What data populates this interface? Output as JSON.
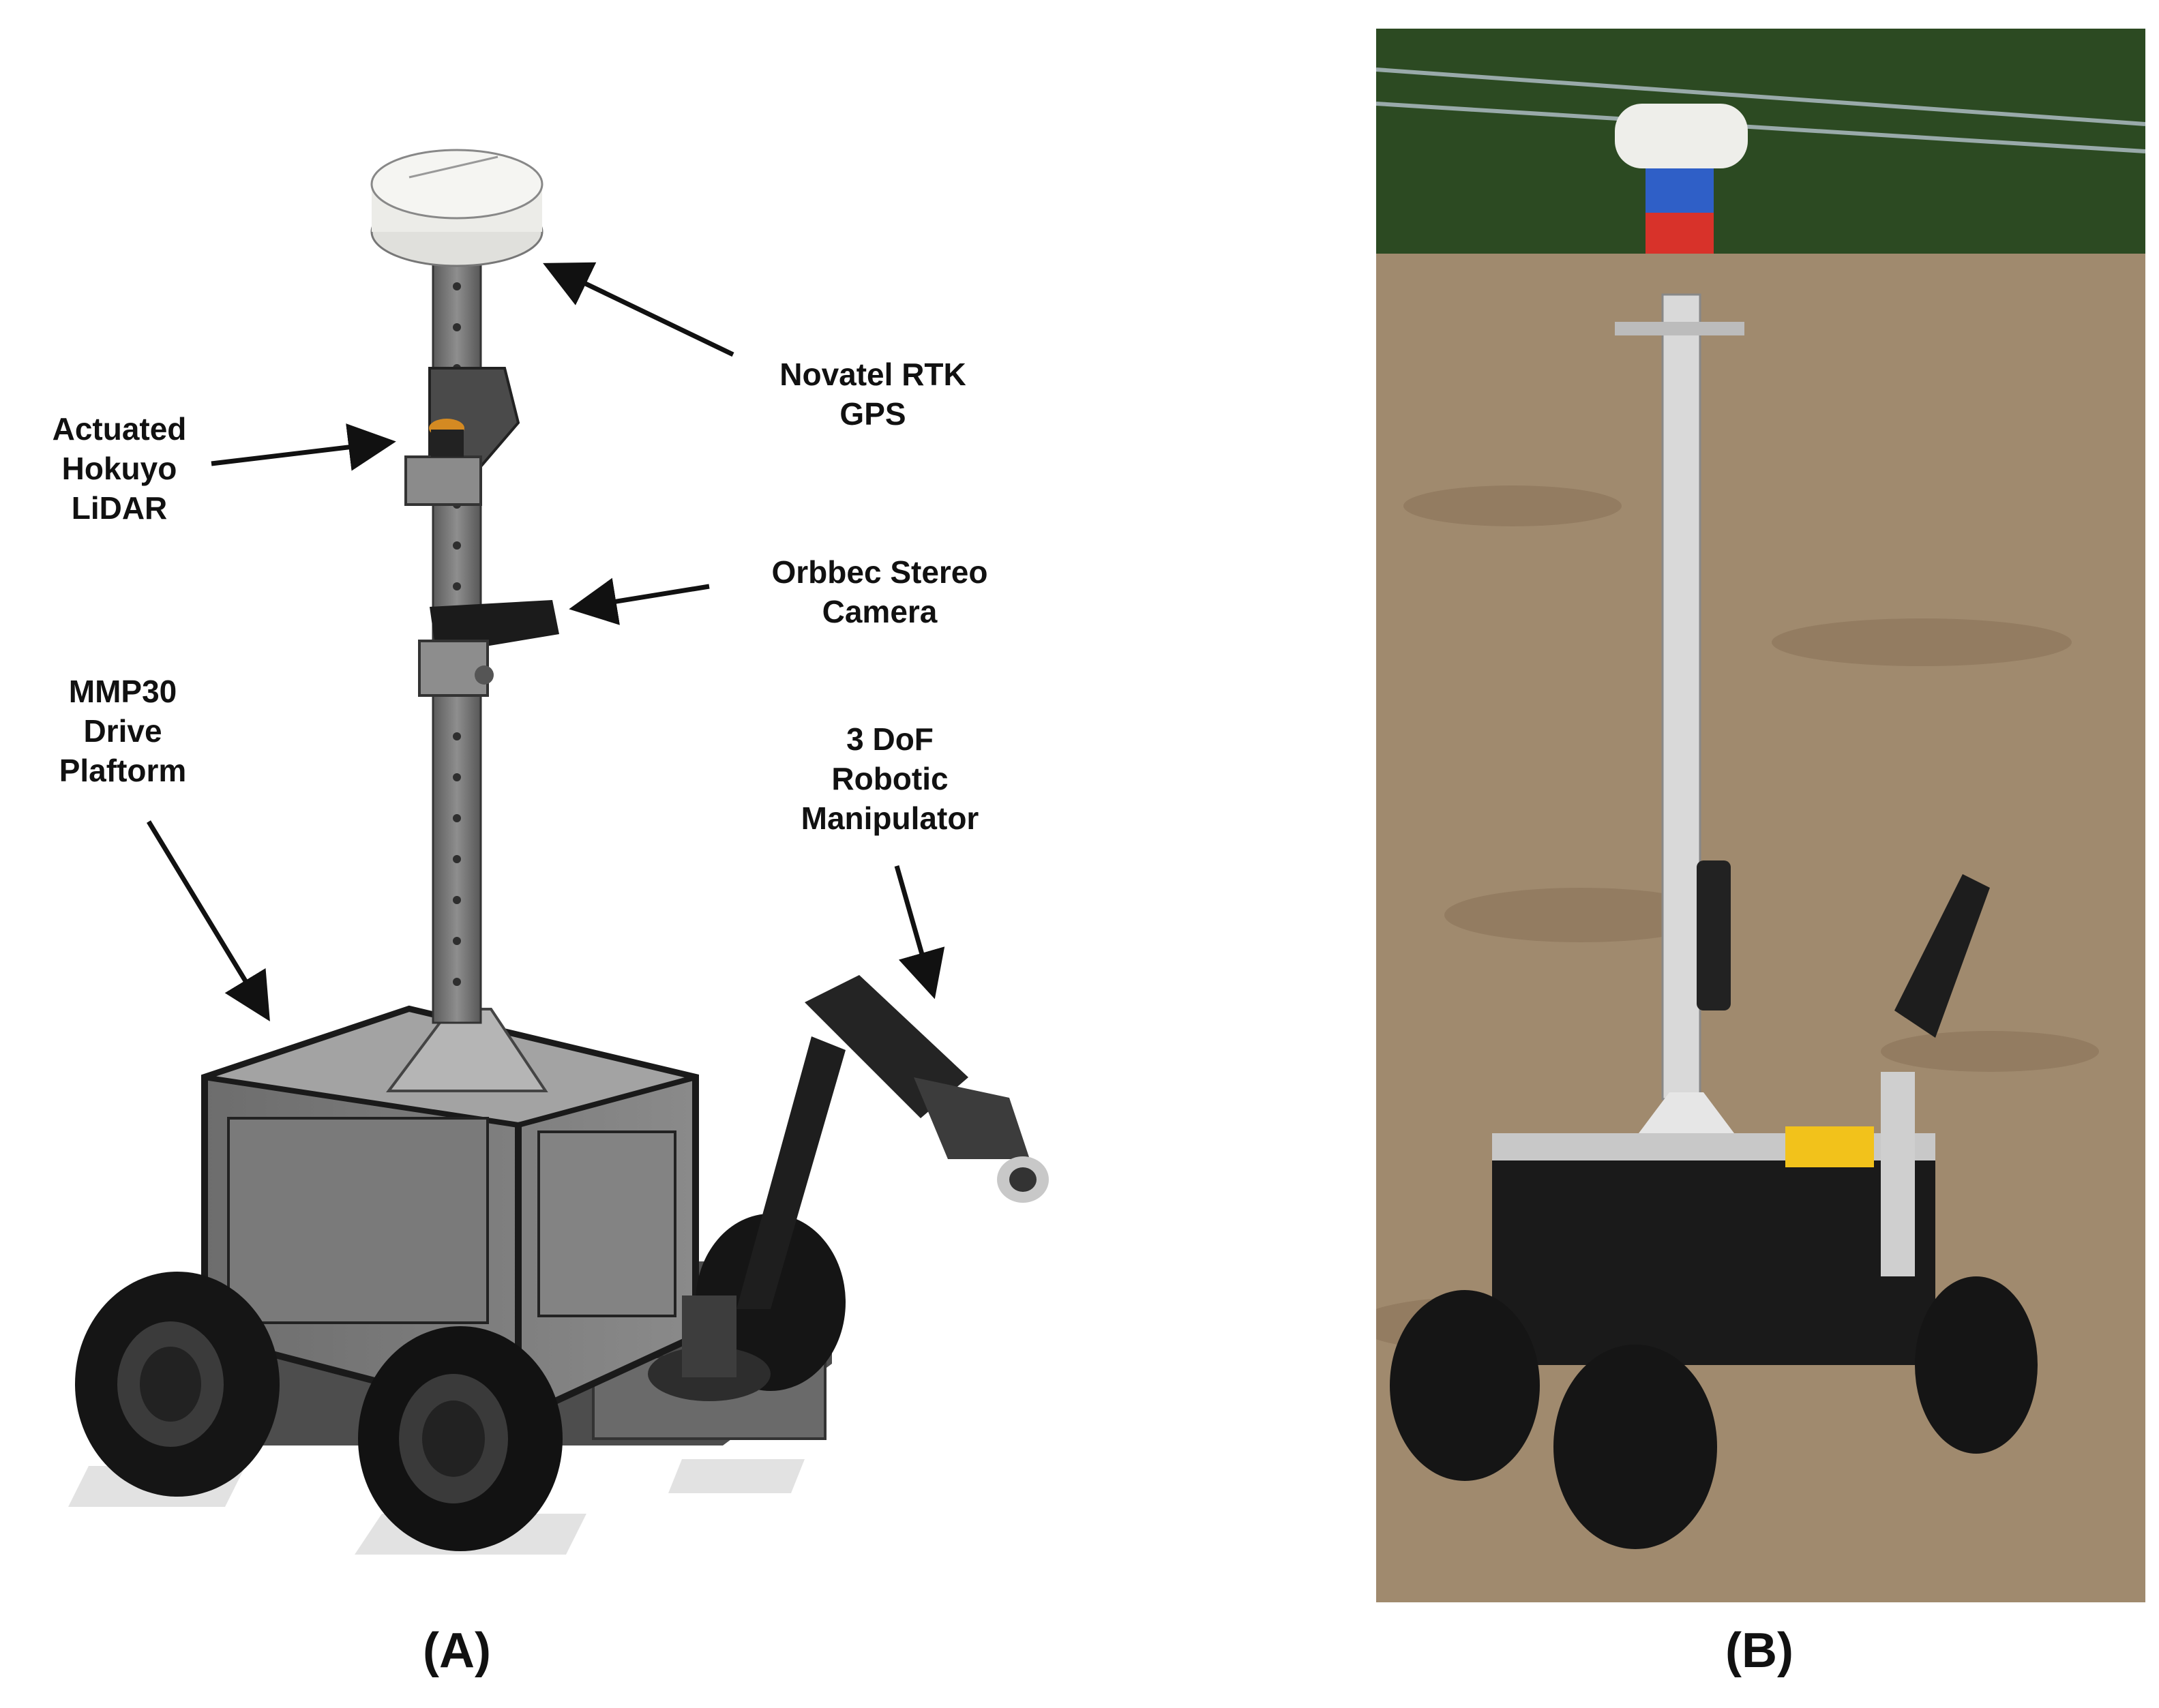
{
  "panel_a": {
    "caption": "(A)",
    "callouts": {
      "gps": "Novatel RTK\nGPS",
      "lidar": "Actuated\nHokuyo\nLiDAR",
      "camera": "Orbbec Stereo\nCamera",
      "platform": "MMP30\nDrive\nPlaftorm",
      "manipulator": "3 DoF\nRobotic\nManipulator"
    }
  },
  "panel_b": {
    "caption": "(B)"
  },
  "colors": {
    "arrow": "#111111",
    "gps_dome": "#eeeeea",
    "mount_blue": "#2f5fc7",
    "mount_red": "#d8322a",
    "estop_yellow": "#f2c21b",
    "soil": "#a08a6e",
    "foliage": "#2c4a22"
  }
}
